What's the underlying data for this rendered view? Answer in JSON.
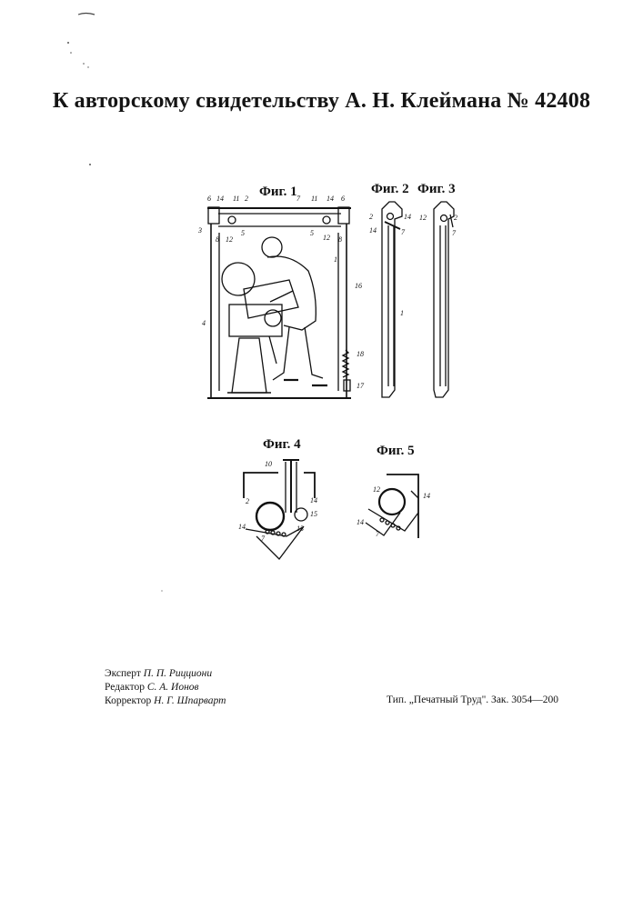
{
  "document": {
    "title": "К авторскому свидетельству А. Н. Клеймана № 42408"
  },
  "figures": [
    {
      "label": "Фиг. 1"
    },
    {
      "label": "Фиг. 2"
    },
    {
      "label": "Фиг. 3"
    },
    {
      "label": "Фиг. 4"
    },
    {
      "label": "Фиг. 5"
    }
  ],
  "callouts": {
    "fig1": [
      "6",
      "14",
      "11",
      "2",
      "7",
      "11",
      "14",
      "6",
      "3",
      "8",
      "12",
      "5",
      "5",
      "12",
      "8",
      "1",
      "16",
      "4",
      "18",
      "17"
    ],
    "fig2": [
      "2",
      "14",
      "7",
      "14",
      "1"
    ],
    "fig3": [
      "12",
      "2",
      "7"
    ],
    "fig4": [
      "10",
      "2",
      "14",
      "15",
      "14",
      "7",
      "13"
    ],
    "fig5": [
      "12",
      "14",
      "14",
      "7"
    ]
  },
  "credits": [
    {
      "role": "Эксперт",
      "name": "П. П. Рицциони"
    },
    {
      "role": "Редактор",
      "name": "С. А. Ионов"
    },
    {
      "role": "Корректор",
      "name": "Н. Г. Шпарварт"
    }
  ],
  "printer": "Тип. „Печатный Труд\". Зак. 3054—200"
}
